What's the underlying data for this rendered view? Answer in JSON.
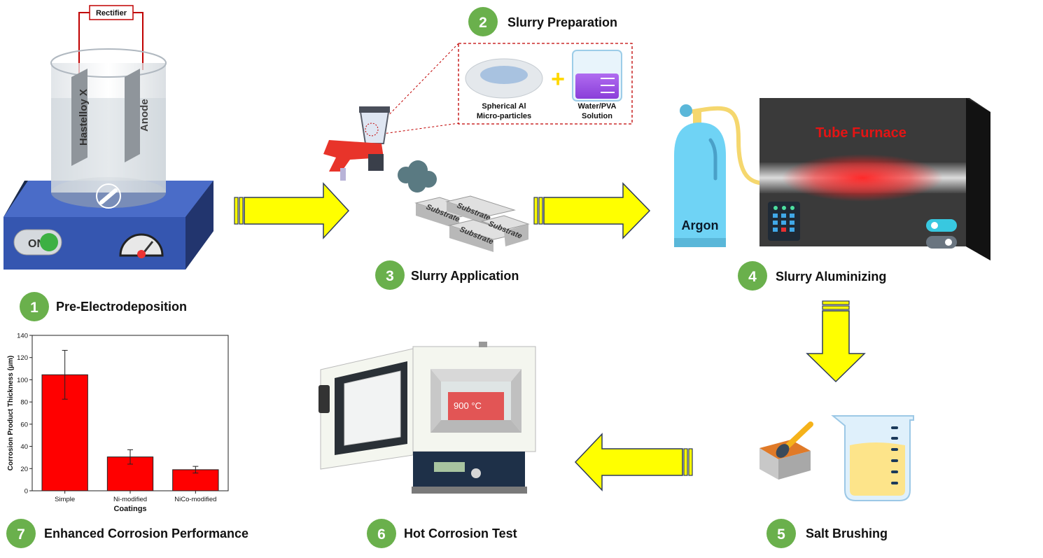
{
  "rectifier_label": "Rectifier",
  "electrode_left": "Hastelloy X",
  "electrode_right": "Anode",
  "on_label": "ON",
  "steps": [
    {
      "num": "1",
      "title": "Pre-Electrodeposition"
    },
    {
      "num": "2",
      "title": "Slurry Preparation"
    },
    {
      "num": "3",
      "title": "Slurry Application"
    },
    {
      "num": "4",
      "title": "Slurry Aluminizing"
    },
    {
      "num": "5",
      "title": "Salt Brushing"
    },
    {
      "num": "6",
      "title": "Hot Corrosion Test"
    },
    {
      "num": "7",
      "title": "Enhanced Corrosion Performance"
    }
  ],
  "slurry": {
    "powder_label_1": "Spherical Al",
    "powder_label_2": "Micro-particles",
    "solution_label_1": "Water/PVA",
    "solution_label_2": "Solution",
    "plus": "+"
  },
  "substrate_label": "Substrate",
  "argon_label": "Argon",
  "furnace_label": "Tube Furnace",
  "oven_temp": "900 °C",
  "colors": {
    "step_green": "#6ab04c",
    "arrow_yellow": "#ffff00",
    "bar_red": "#ff0000",
    "machine_blue": "#3a5fb8",
    "furnace_glow": "#ff2020",
    "argon_cyan": "#6fd3f5"
  },
  "chart_data": {
    "type": "bar",
    "categories": [
      "Simple",
      "Ni-modified",
      "NiCo-modified"
    ],
    "values": [
      104.5,
      30.5,
      19
    ],
    "errors": [
      22,
      6.5,
      3
    ],
    "xlabel": "Coatings",
    "ylabel": "Corrosion Product Thickness (μm)",
    "ylim": [
      0,
      140
    ],
    "yticks": [
      0,
      20,
      40,
      60,
      80,
      100,
      120,
      140
    ],
    "grid": false,
    "bar_color": "#ff0000"
  }
}
